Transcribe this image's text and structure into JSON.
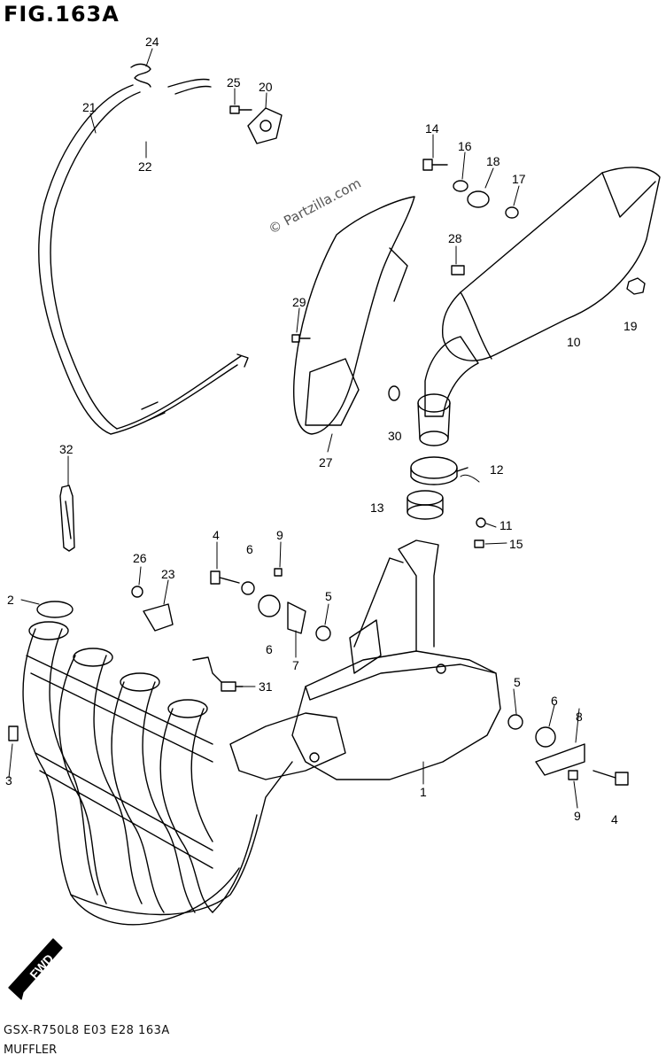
{
  "figure": {
    "title": "FIG.163A",
    "watermark": "© Partzilla.com",
    "model_code": "GSX-R750L8  E03  E28  163A",
    "caption": "MUFFLER",
    "direction_label": "FWD"
  },
  "callouts": [
    {
      "id": "c24",
      "label": "24"
    },
    {
      "id": "c25",
      "label": "25"
    },
    {
      "id": "c20",
      "label": "20"
    },
    {
      "id": "c21",
      "label": "21"
    },
    {
      "id": "c22",
      "label": "22"
    },
    {
      "id": "c14",
      "label": "14"
    },
    {
      "id": "c16",
      "label": "16"
    },
    {
      "id": "c18",
      "label": "18"
    },
    {
      "id": "c17",
      "label": "17"
    },
    {
      "id": "c28",
      "label": "28"
    },
    {
      "id": "c29",
      "label": "29"
    },
    {
      "id": "c19",
      "label": "19"
    },
    {
      "id": "c10",
      "label": "10"
    },
    {
      "id": "c30",
      "label": "30"
    },
    {
      "id": "c27",
      "label": "27"
    },
    {
      "id": "c12",
      "label": "12"
    },
    {
      "id": "c32",
      "label": "32"
    },
    {
      "id": "c13",
      "label": "13"
    },
    {
      "id": "c11",
      "label": "11"
    },
    {
      "id": "c15",
      "label": "15"
    },
    {
      "id": "c4a",
      "label": "4"
    },
    {
      "id": "c9a",
      "label": "9"
    },
    {
      "id": "c6a",
      "label": "6"
    },
    {
      "id": "c26",
      "label": "26"
    },
    {
      "id": "c23",
      "label": "23"
    },
    {
      "id": "c2",
      "label": "2"
    },
    {
      "id": "c5a",
      "label": "5"
    },
    {
      "id": "c6b",
      "label": "6"
    },
    {
      "id": "c7",
      "label": "7"
    },
    {
      "id": "c31",
      "label": "31"
    },
    {
      "id": "c5b",
      "label": "5"
    },
    {
      "id": "c6c",
      "label": "6"
    },
    {
      "id": "c8",
      "label": "8"
    },
    {
      "id": "c3",
      "label": "3"
    },
    {
      "id": "c1",
      "label": "1"
    },
    {
      "id": "c9b",
      "label": "9"
    },
    {
      "id": "c4b",
      "label": "4"
    }
  ]
}
